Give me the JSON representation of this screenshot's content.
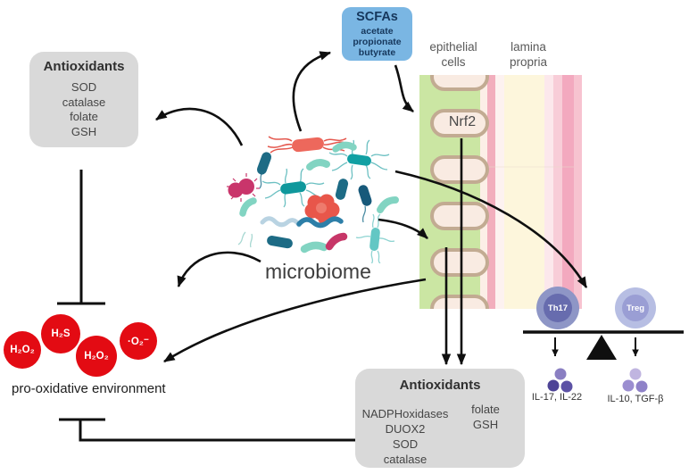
{
  "diagram": {
    "antioxidants_top": {
      "title": "Antioxidants",
      "items": [
        "SOD",
        "catalase",
        "folate",
        "GSH"
      ]
    },
    "scfas": {
      "title": "SCFAs",
      "items": [
        "acetate",
        "propionate",
        "butyrate"
      ]
    },
    "tissue": {
      "epithelial": [
        "epithelial",
        "cells"
      ],
      "lamina": [
        "lamina",
        "propria"
      ],
      "nrf2": "Nrf2"
    },
    "microbiome": {
      "label": "microbiome"
    },
    "ros": {
      "molecules": [
        "H₂O₂",
        "H₂S",
        "H₂O₂",
        "·O₂⁻"
      ],
      "caption": "pro-oxidative environment"
    },
    "antioxidants_bottom": {
      "title": "Antioxidants",
      "col1": [
        "NADPHoxidases",
        "DUOX2",
        "SOD",
        "catalase"
      ],
      "col2": [
        "folate",
        "GSH"
      ]
    },
    "immune": {
      "th17": "Th17",
      "treg": "Treg",
      "th17_cytokines": "IL-17, IL-22",
      "treg_cytokines": "IL-10, TGF-β"
    }
  },
  "colors": {
    "ros_red": "#e30b13",
    "scfas_blue": "#7ab6e3",
    "box_gray": "#d9d9d9",
    "epithelium_green": "#cbe6a3",
    "th17_fill": "#676cae",
    "treg_fill": "#9a9ed4",
    "arrow_black": "#0f0f0f"
  }
}
